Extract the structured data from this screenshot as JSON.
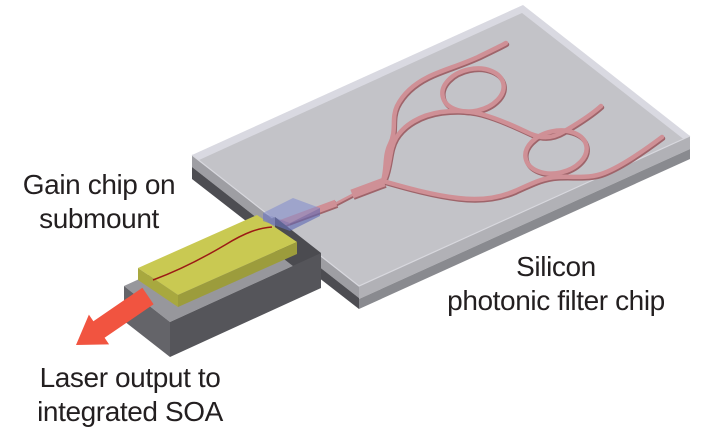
{
  "figure": {
    "type": "3d-schematic-diagram",
    "background": "#ffffff",
    "labels": {
      "gain_chip": {
        "line1": "Gain chip on",
        "line2": "submount"
      },
      "silicon_chip": {
        "line1": "Silicon",
        "line2": "photonic filter chip"
      },
      "laser_output": {
        "line1": "Laser output to",
        "line2": "integrated SOA"
      }
    },
    "icons": {
      "laser_output_arrow": "thick-3d-arrow-pointing-down-left"
    },
    "colors": {
      "chip_top": "#c3c3c8",
      "chip_rim": "#d9d9e1",
      "chip_side_left_light": "#9e9ea3",
      "chip_side_left_dark": "#4d4d52",
      "chip_side_right_light": "#b1b1b6",
      "chip_side_right_dark": "#898a8f",
      "waveguide_top": "#cf9096",
      "waveguide_shadow": "#9e646a",
      "gain_chip_top": "#c9c952",
      "gain_chip_side_left": "#a8a83f",
      "gain_chip_side_right": "#9c9c3c",
      "gain_chip_waveguide": "#9c1a15",
      "submount_top": "#97979c",
      "submount_side_left": "#646469",
      "submount_side_right": "#55555a",
      "submount_side_end": "#4b4b50",
      "coupler_top": "rgba(128,138,205,0.55)",
      "coupler_side": "rgba(95,105,180,0.62)",
      "arrow": "#f15440",
      "text": "#231f20"
    }
  }
}
